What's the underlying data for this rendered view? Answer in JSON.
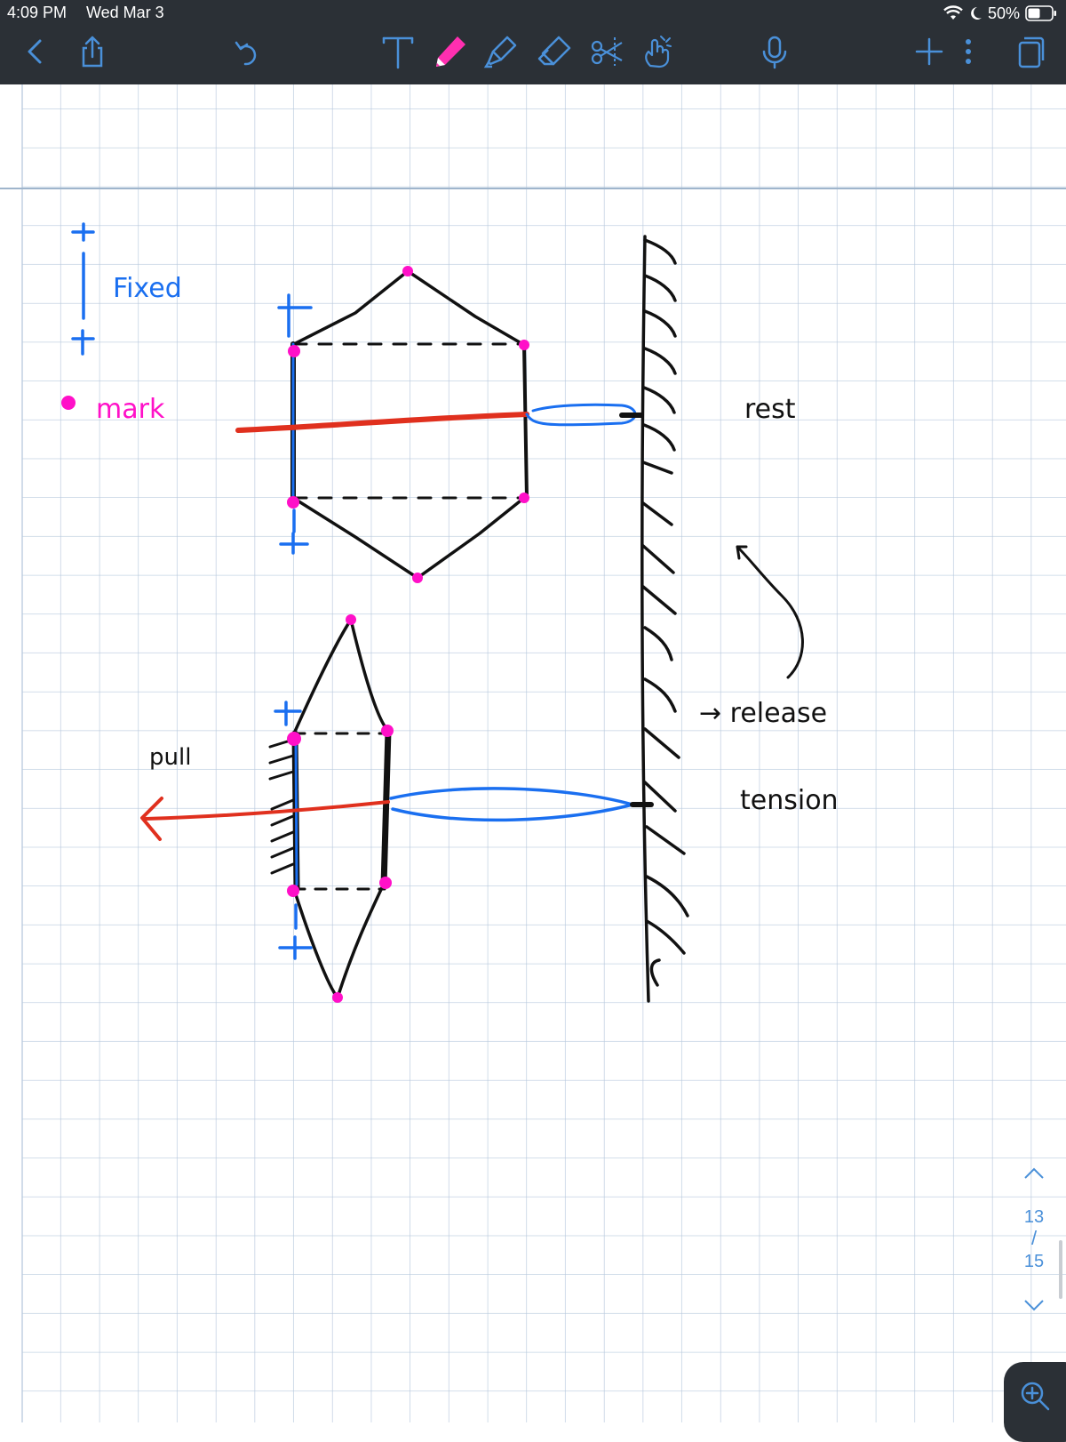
{
  "status_bar": {
    "time": "4:09 PM",
    "date": "Wed Mar 3",
    "battery": "50%"
  },
  "toolbar": {
    "icons": [
      "back-icon",
      "share-icon",
      "undo-icon",
      "text-tool-icon",
      "pen-tool-icon",
      "highlighter-icon",
      "eraser-icon",
      "lasso-scissors-icon",
      "hand-gesture-icon",
      "microphone-icon",
      "add-icon",
      "more-icon",
      "pages-icon"
    ],
    "active_tool": "pen-tool-icon",
    "colors": {
      "bar": "#2b3036",
      "icon": "#4a90d9",
      "pen": "#ff2fb0"
    }
  },
  "notes": {
    "legend_fixed": "Fixed",
    "legend_mark": "mark",
    "label_rest": "rest",
    "label_release": "→ release",
    "label_tension": "tension",
    "label_pull": "pull",
    "ink_colors": {
      "black": "#111111",
      "blue": "#1a6ff0",
      "red": "#e0301e",
      "magenta": "#ff10c8"
    }
  },
  "page_nav": {
    "current": "13",
    "separator": "/",
    "total": "15"
  }
}
